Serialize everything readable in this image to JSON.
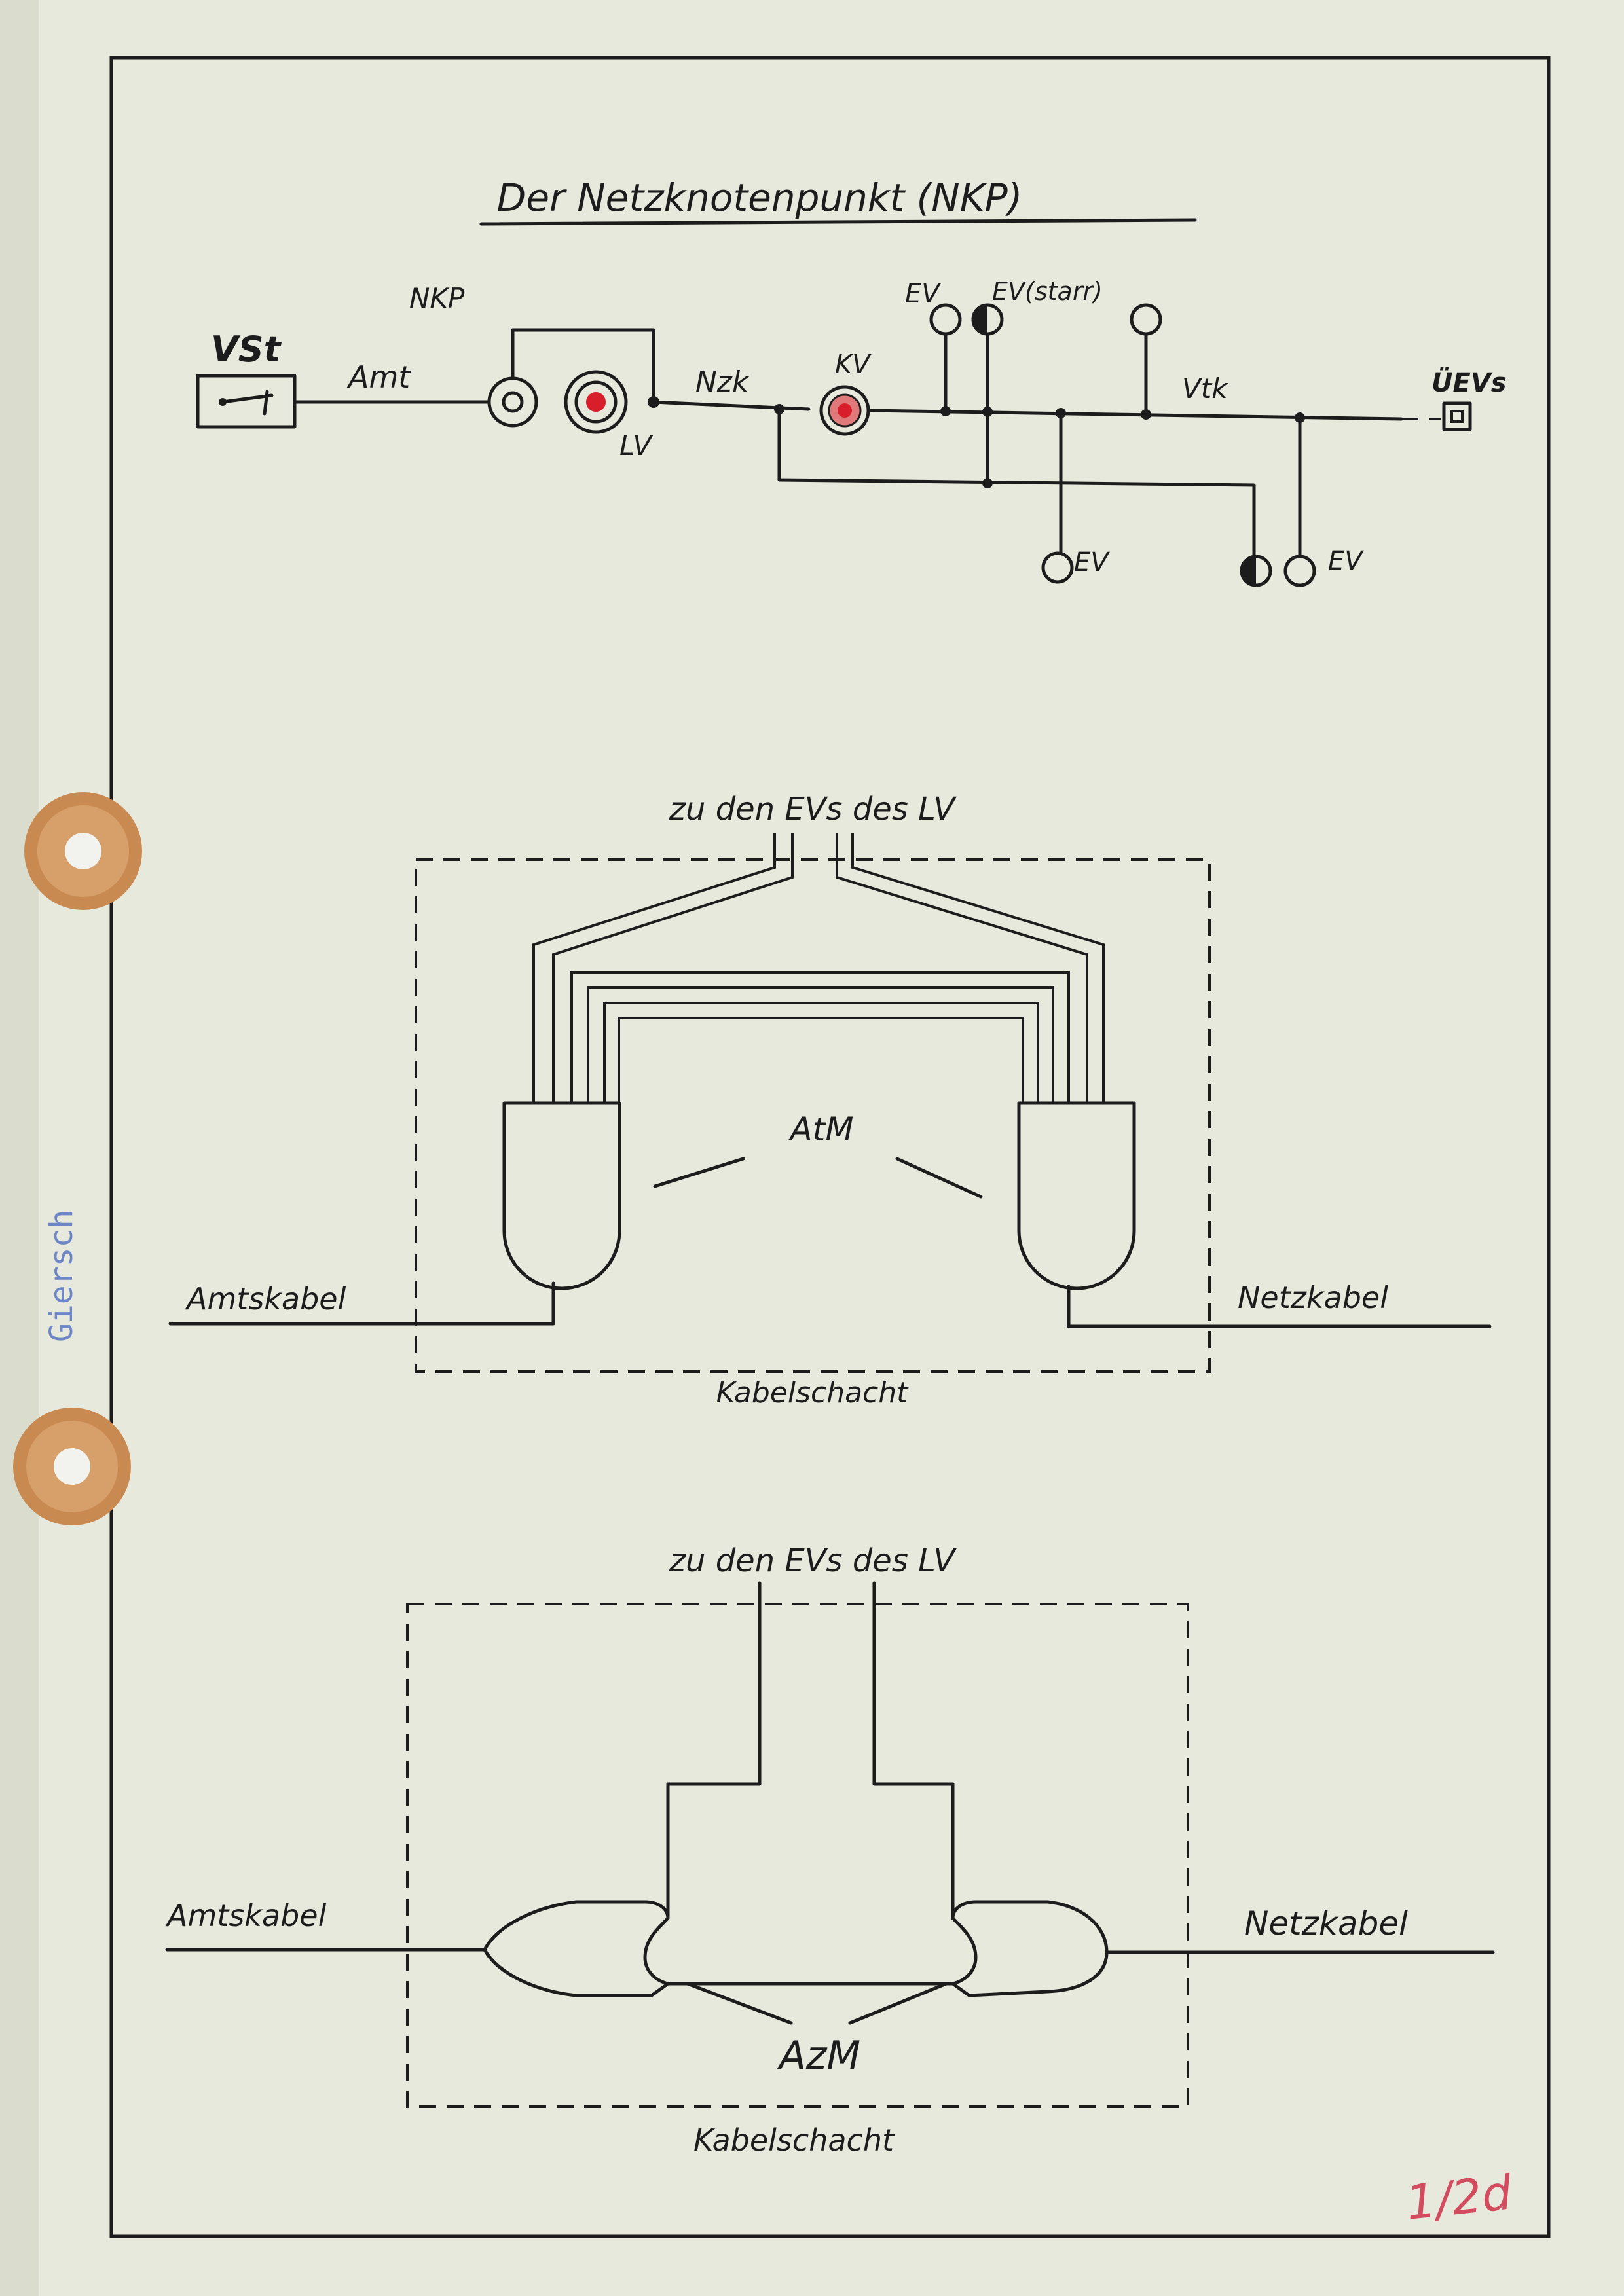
{
  "title": "Der Netzknotenpunkt (NKP)",
  "side_note": "Giersch",
  "page_mark": "1/2d",
  "colors": {
    "paper": "#e7e9dc",
    "ink": "#1c1c1c",
    "accent_red": "#d81e2a",
    "pencil_blue": "#6d86c7",
    "pencil_red": "#d24b5e",
    "grommet": "#c98a52"
  },
  "schematic": {
    "vst": "VSt",
    "nkp": "NKP",
    "amt": "Amt",
    "lv": "LV",
    "nzk": "Nzk",
    "kv": "KV",
    "ev_1": "EV",
    "ev_starr": "EV(starr)",
    "vtk": "Vtk",
    "uevs": "ÜEVs",
    "ev_2": "EV",
    "ev_3": "EV"
  },
  "diagram_atm": {
    "top_label": "zu den EVs des LV",
    "muffe_label": "AtM",
    "left_cable": "Amtskabel",
    "right_cable": "Netzkabel",
    "shaft": "Kabelschacht"
  },
  "diagram_azm": {
    "top_label": "zu den EVs des LV",
    "muffe_label": "AzM",
    "left_cable": "Amtskabel",
    "right_cable": "Netzkabel",
    "shaft": "Kabelschacht"
  }
}
